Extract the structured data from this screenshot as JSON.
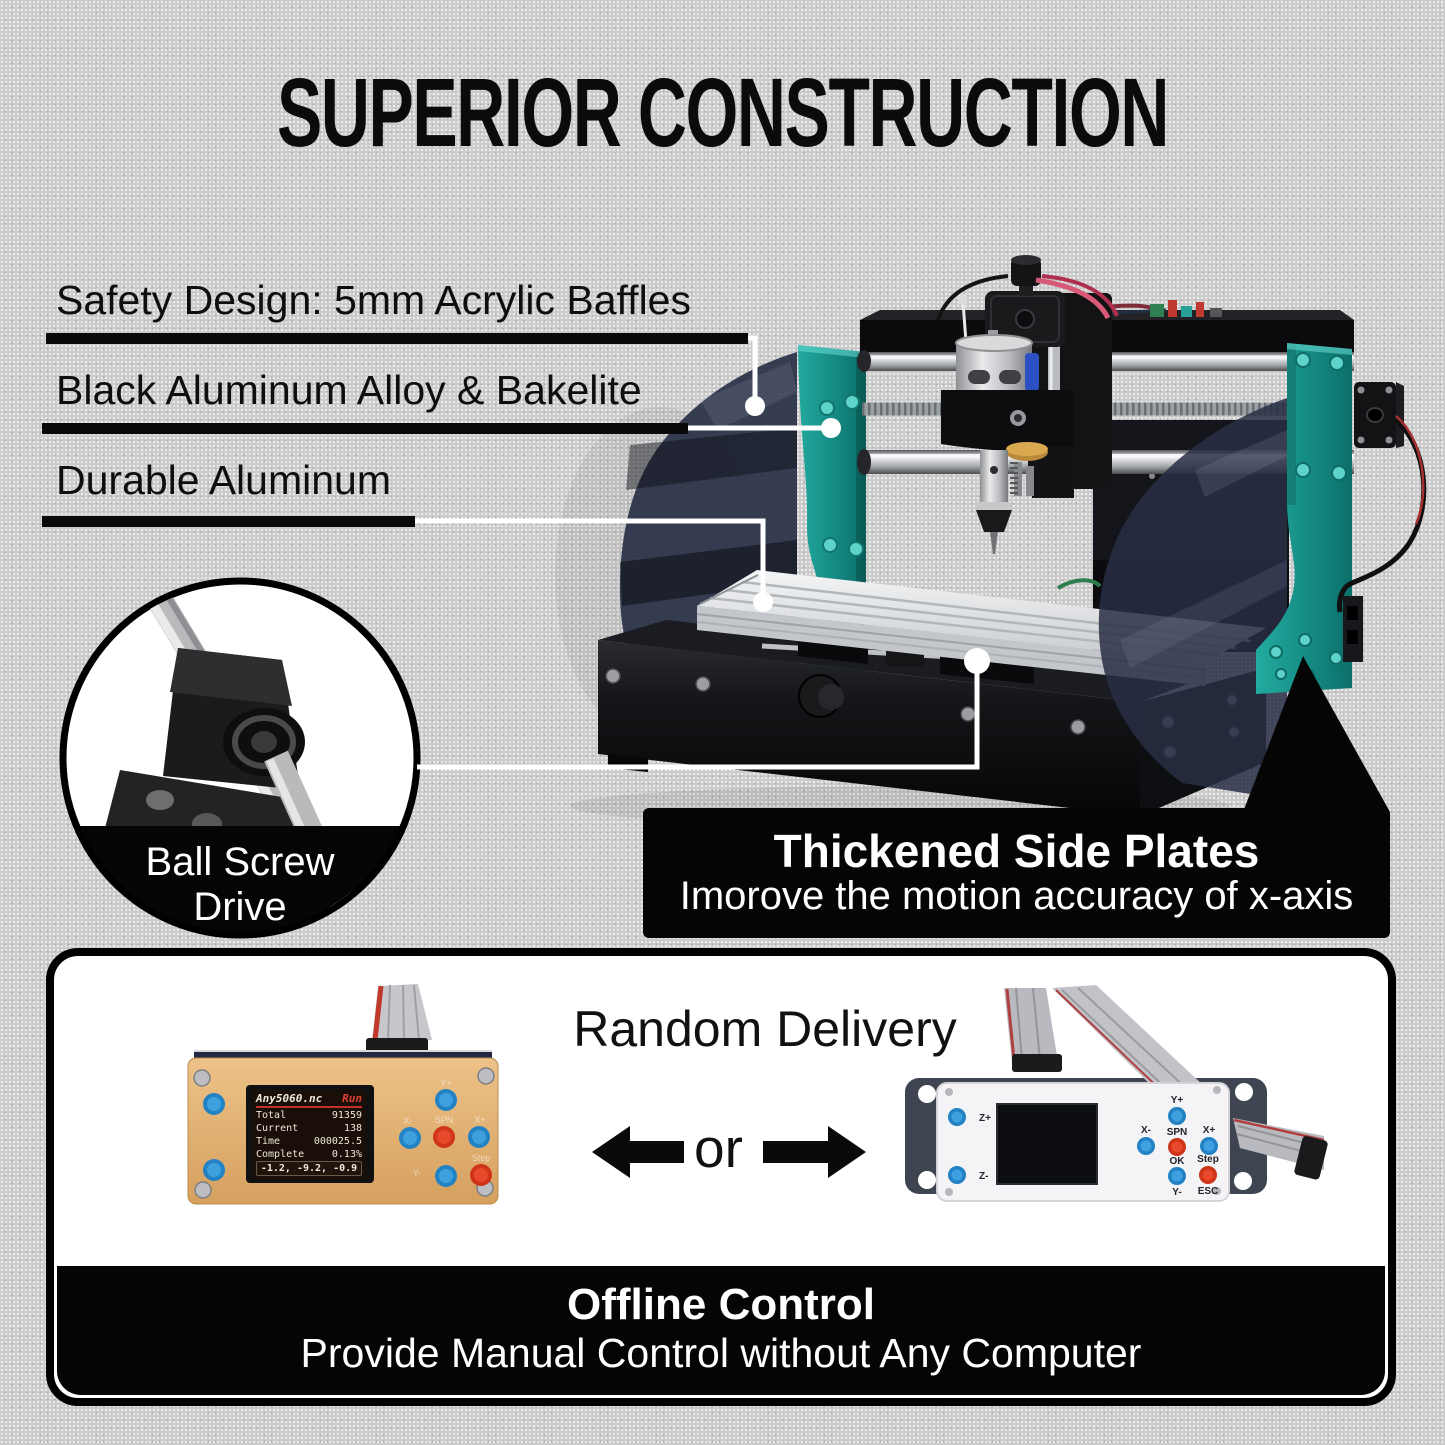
{
  "title": "SUPERIOR CONSTRUCTION",
  "callouts": {
    "items": [
      {
        "label": "Safety Design: 5mm Acrylic Baffles"
      },
      {
        "label": "Black Aluminum Alloy & Bakelite"
      },
      {
        "label": "Durable Aluminum"
      }
    ]
  },
  "inset": {
    "line1": "Ball Screw",
    "line2": "Drive"
  },
  "side_plate_banner": {
    "title": "Thickened Side Plates",
    "subtitle": "Imorove the motion accuracy of x-axis"
  },
  "delivery_panel": {
    "heading": "Random Delivery",
    "or_label": "or",
    "left_controller": {
      "screen": {
        "file_name": "Any5060.nc",
        "status": "Run",
        "rows": [
          {
            "label": "Total",
            "value": "91359"
          },
          {
            "label": "Current",
            "value": "138"
          },
          {
            "label": "Time",
            "value": "000025.5"
          },
          {
            "label": "Complete",
            "value": "0.13%"
          }
        ],
        "coords": "-1.2, -9.2, -0.9"
      },
      "button_labels": [
        "Y+",
        "X-",
        "SPN",
        "X+",
        "Y-",
        "Step"
      ]
    },
    "right_controller": {
      "labels": {
        "z_plus": "Z+",
        "z_minus": "Z-",
        "y_plus": "Y+",
        "x_minus": "X-",
        "spn": "SPN",
        "x_plus": "X+",
        "ok": "OK",
        "y_minus": "Y-",
        "step": "Step",
        "esc": "ESC"
      }
    },
    "footer": {
      "title": "Offline Control",
      "subtitle": "Provide Manual Control without Any Computer"
    }
  },
  "colors": {
    "background": "#cbcbcc",
    "teal_plate": "#17938c",
    "banner_black": "#050505",
    "button_blue": "#2f96d5",
    "button_red": "#e03c20",
    "status_red": "#e0402e",
    "gold_board": "#e3b478"
  }
}
